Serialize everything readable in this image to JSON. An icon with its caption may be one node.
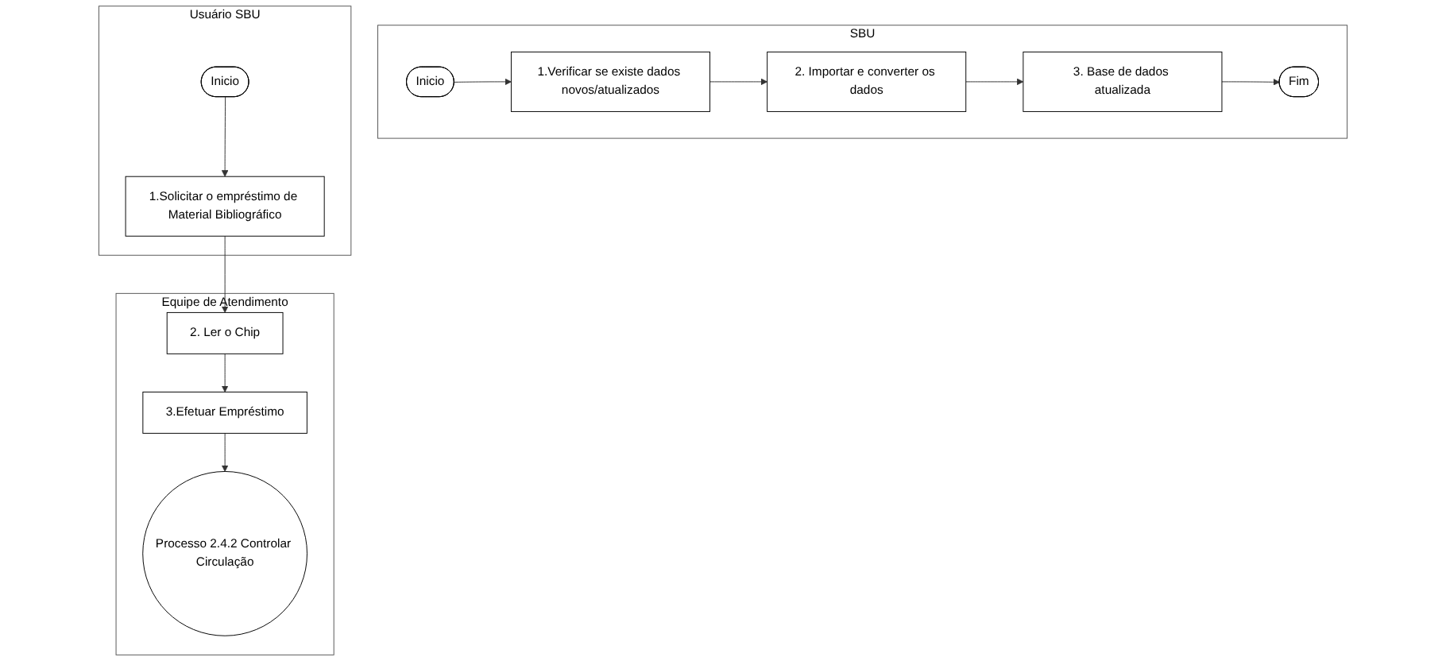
{
  "diagram": {
    "nodes": [
      {
        "text": [
          "SBU"
        ]
      },
      {
        "text": [
          "Inicio"
        ],
        "in": 0
      },
      {
        "text": [
          "1.Verificar se existe dados novos/atualizados"
        ],
        "in": 0
      },
      {
        "text": [
          "2. Importar e converter os dados"
        ],
        "in": 0
      },
      {
        "text": [
          "3. Base de dados atualizada"
        ],
        "in": 0
      },
      {
        "text": [
          "Fim"
        ],
        "in": 0
      },
      {
        "text": [
          "Usuário SBU"
        ]
      },
      {
        "text": [
          "Inicio"
        ],
        "in": 6
      },
      {
        "text": [
          "1.Solicitar o empréstimo de Material Bibliográfico"
        ],
        "in": 6
      },
      {
        "text": [
          "Equipe de Atendimento"
        ]
      },
      {
        "text": [
          "2. Ler o Chip"
        ],
        "in": 9
      },
      {
        "text": [
          "3.Efetuar Empréstimo"
        ],
        "in": 9
      },
      {
        "text": [
          "Processo 2.4.2 Controlar Circulação"
        ],
        "in": 9
      }
    ],
    "edges": [
      {
        "from": 1,
        "to": 2,
        "arrow": "to"
      },
      {
        "from": 2,
        "to": 3,
        "arrow": "to"
      },
      {
        "from": 3,
        "to": 4,
        "arrow": "to"
      },
      {
        "from": 4,
        "to": 5,
        "arrow": "to"
      },
      {
        "from": 7,
        "to": 8,
        "arrow": "to"
      },
      {
        "from": 8,
        "to": 10,
        "arrow": "to"
      },
      {
        "from": 10,
        "to": 11,
        "arrow": "to"
      },
      {
        "from": 11,
        "to": 12,
        "arrow": "to"
      }
    ]
  }
}
